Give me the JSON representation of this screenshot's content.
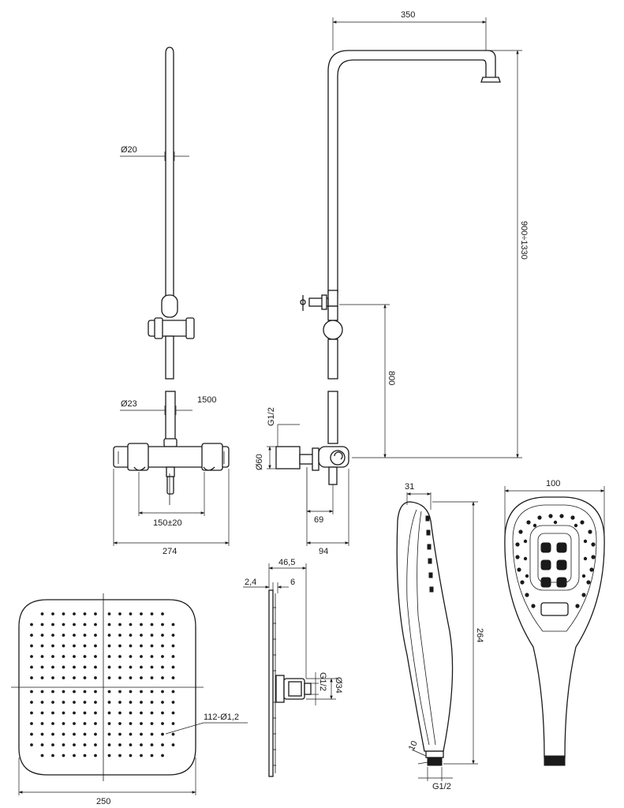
{
  "dimensions": {
    "bar_diameter": "Ø20",
    "pipe_diameter": "Ø23",
    "bar_length": "1500",
    "mixer_spacing": "150±20",
    "mixer_width": "274",
    "arm_reach": "350",
    "column_height": "900÷1330",
    "outlet_height": "800",
    "thread_main": "G1/2",
    "flange_diameter": "Ø60",
    "mixer_depth_inner": "69",
    "mixer_depth": "94",
    "hand_shower_depth": "31",
    "hand_shower_width": "100",
    "hand_shower_length": "264",
    "hand_shower_neck": "10",
    "hand_shower_thread": "G1/2",
    "head_total_depth": "46,5",
    "head_plate": "2,4",
    "head_rim": "6",
    "head_connector_thread": "G1/2",
    "head_connector_diameter": "Ø34",
    "nozzles": "112-Ø1,2",
    "head_size": "250"
  }
}
